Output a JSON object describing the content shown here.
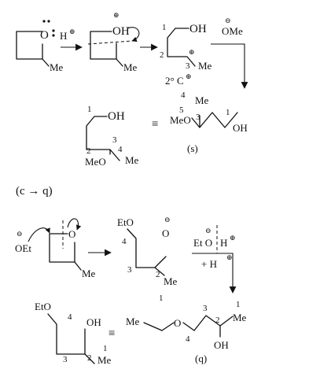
{
  "scheme_a": {
    "s1_ring_O": "O",
    "s1_Me": "Me",
    "reagent_H": "H",
    "s2_OH": "OH",
    "s2_Me": "Me",
    "s3_OH": "OH",
    "s3_num1": "1",
    "s3_num2": "2",
    "s3_num3": "3",
    "s3_Me": "Me",
    "carbocation_label": "2° C",
    "carbocation_num": "4",
    "nucleophile": "OMe",
    "p_OH": "OH",
    "p_num1": "1",
    "p_num2": "2",
    "p_num3": "3",
    "p_num4": "4",
    "p_MeO": "MeO",
    "p_Me": "Me",
    "equiv": "≡",
    "q_MeO": "MeO",
    "q_num5": "5",
    "q_Me": "Me",
    "q_num3": "3",
    "q_num1": "1",
    "q_OH": "OH",
    "q_tag": "(s)"
  },
  "separator": "(c → q)",
  "scheme_b": {
    "nuc_OEt": "OEt",
    "s1_O": "O",
    "s1_Me": "Me",
    "i_EtO": "EtO",
    "i_num4": "4",
    "i_num3": "3",
    "i_num2": "2",
    "i_num1": "1",
    "i_O": "O",
    "i_Me": "Me",
    "proton_transfer": "Et O",
    "proton_H": "H",
    "plus_H": "+ H",
    "p_EtO": "EtO",
    "p_num4": "4",
    "p_num3": "3",
    "p_num2": "2",
    "p_num1": "1",
    "p_OH": "OH",
    "p_Me": "Me",
    "equiv": "≡",
    "q_Me_left": "Me",
    "q_num4": "4",
    "q_num3": "3",
    "q_num2": "2",
    "q_num1": "1",
    "q_Me": "Me",
    "q_OH": "OH",
    "q_tag": "(q)"
  }
}
